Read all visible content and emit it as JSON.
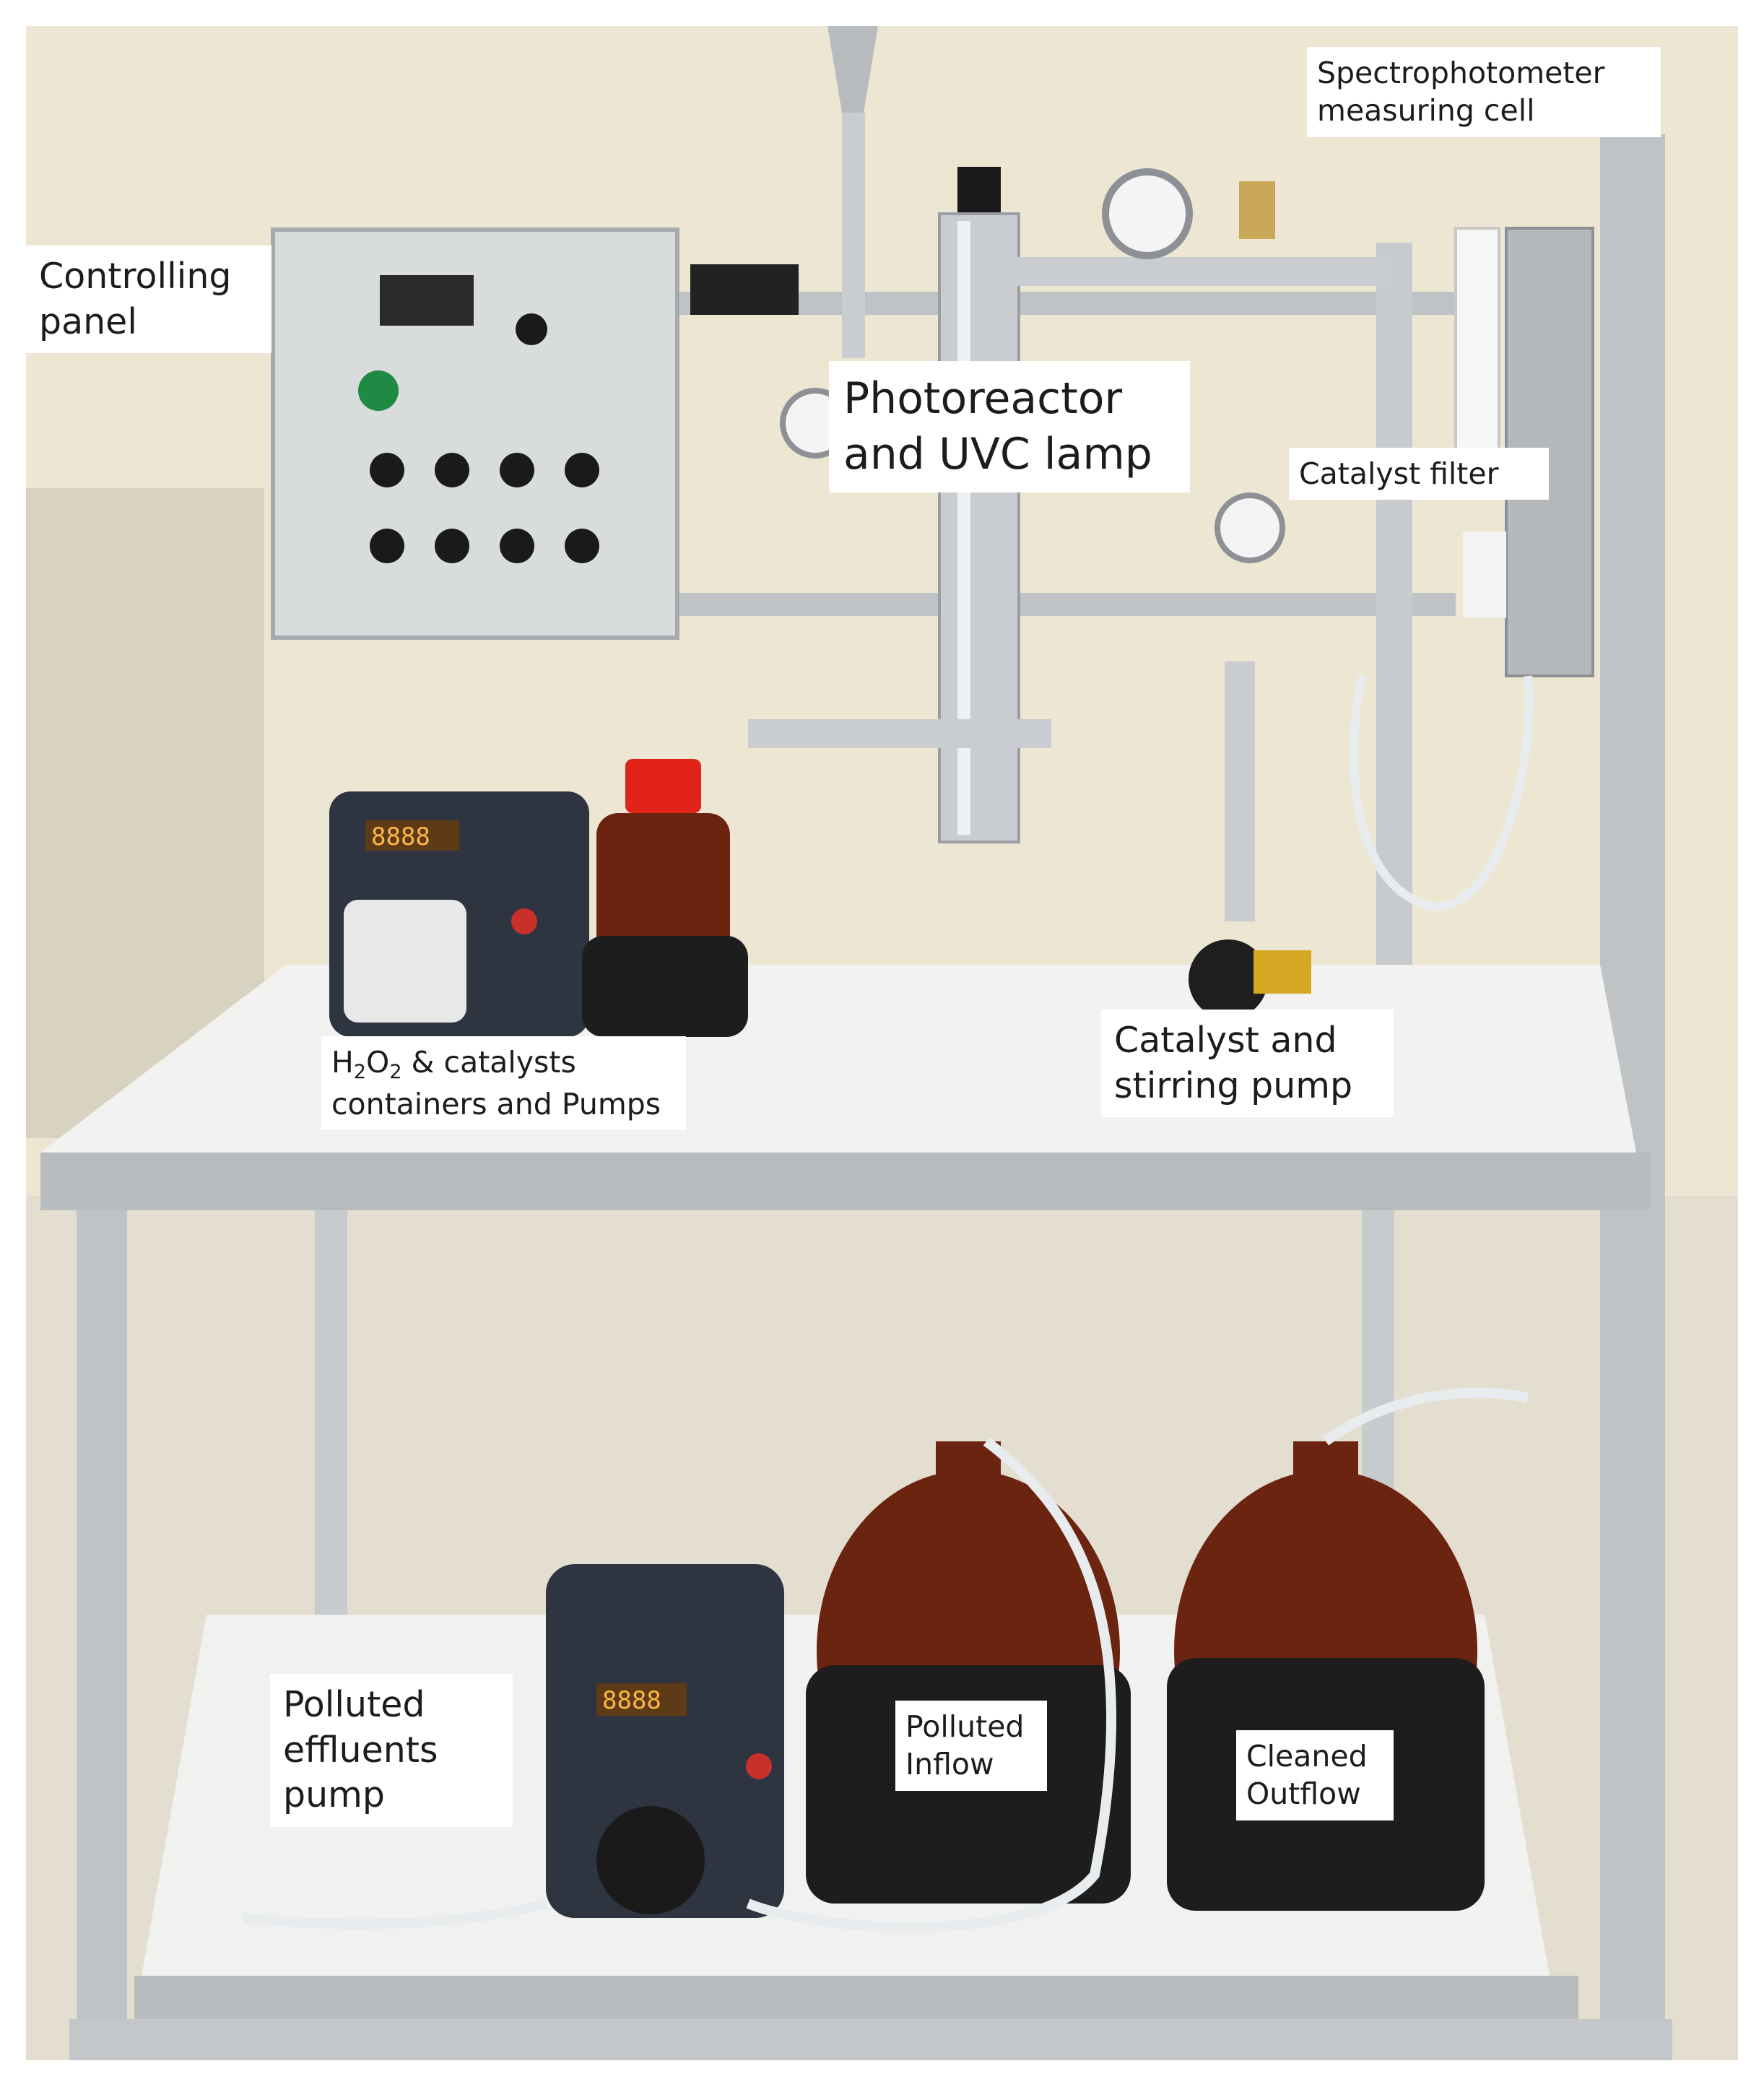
{
  "colors": {
    "wall": "#ece6d3",
    "frame": "#bfc3c6",
    "table_top": "#f2f2f0",
    "panel": "#d9dcdd",
    "amber_glass": "#6b2410",
    "pump_body": "#2e3440",
    "steel": "#c9ccd0",
    "red_cap": "#e2231a",
    "label_bg": "#ffffff"
  },
  "labels": {
    "controlling_panel": {
      "lines": [
        "Controlling",
        "panel"
      ]
    },
    "spectrophotometer": {
      "lines": [
        "Spectrophotometer",
        "measuring cell"
      ]
    },
    "photoreactor": {
      "lines": [
        "Photoreactor",
        "and UVC lamp"
      ]
    },
    "catalyst_filter": {
      "lines": [
        "Catalyst filter"
      ]
    },
    "h2o2": {
      "line1_prefix": "H",
      "sub1": "2",
      "mid": "O",
      "sub2": "2",
      "line1_suffix": " & catalysts",
      "line2": "containers  and Pumps"
    },
    "catalyst_pump": {
      "lines": [
        "Catalyst and",
        "stirring pump"
      ]
    },
    "effluents_pump": {
      "lines": [
        "Polluted",
        "effluents",
        "pump"
      ]
    },
    "polluted_inflow": {
      "lines": [
        "Polluted",
        "Inflow"
      ]
    },
    "cleaned_outflow": {
      "lines": [
        "Cleaned",
        "Outflow"
      ]
    }
  },
  "pump_displays": [
    "8888",
    "8888"
  ]
}
